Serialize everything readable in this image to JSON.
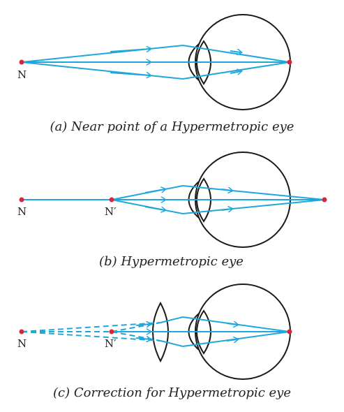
{
  "colors": {
    "ray": "#1fa7dc",
    "point": "#d9263a",
    "outline": "#1a1a1a",
    "text": "#222222"
  },
  "panels": [
    {
      "id": "a",
      "caption": "(a) Near point of a Hypermetropic eye",
      "point_labels": {
        "near_point": "N"
      }
    },
    {
      "id": "b",
      "caption": "(b) Hypermetropic eye",
      "point_labels": {
        "near_point": "N",
        "image_point": "N′"
      }
    },
    {
      "id": "c",
      "caption": "(c) Correction for Hypermetropic eye",
      "point_labels": {
        "near_point": "N",
        "image_point": "N′"
      }
    }
  ]
}
